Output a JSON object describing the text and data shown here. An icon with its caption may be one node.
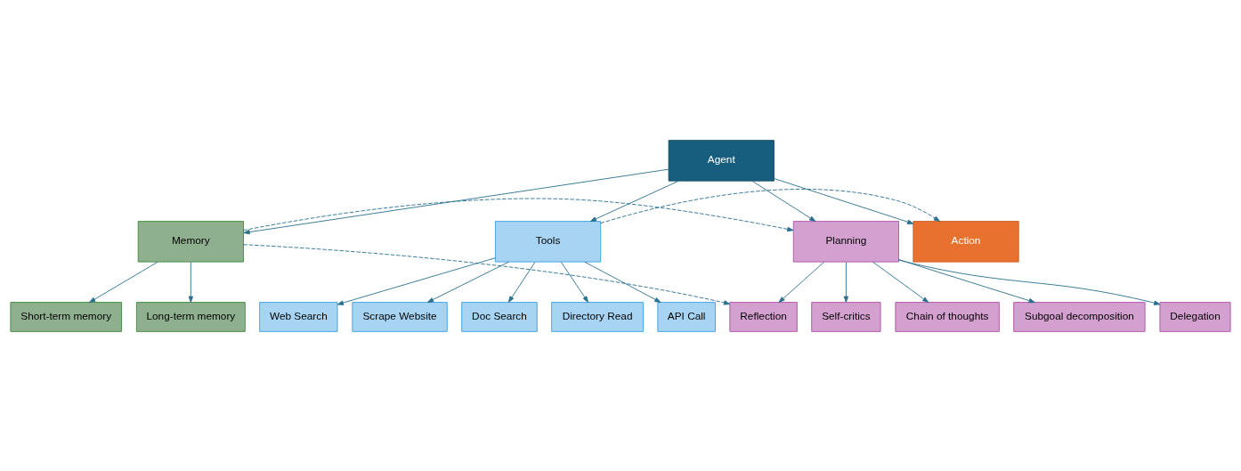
{
  "diagram": {
    "nodes": [
      {
        "text": [
          "Agent"
        ]
      },
      {
        "text": [
          "Memory"
        ]
      },
      {
        "text": [
          "Short-term memory"
        ]
      },
      {
        "text": [
          "Long-term memory"
        ]
      },
      {
        "text": [
          "Tools"
        ]
      },
      {
        "text": [
          "Web Search"
        ]
      },
      {
        "text": [
          "Scrape Website"
        ]
      },
      {
        "text": [
          "Doc Search"
        ]
      },
      {
        "text": [
          "Directory Read"
        ]
      },
      {
        "text": [
          "API Call"
        ]
      },
      {
        "text": [
          "Planning"
        ]
      },
      {
        "text": [
          "Reflection"
        ]
      },
      {
        "text": [
          "Self-critics"
        ]
      },
      {
        "text": [
          "Chain of thoughts"
        ]
      },
      {
        "text": [
          "Subgoal decomposition"
        ]
      },
      {
        "text": [
          "Delegation"
        ]
      },
      {
        "text": [
          "Action"
        ]
      }
    ],
    "edges": [
      {
        "from": 0,
        "to": 1,
        "arrow": "to"
      },
      {
        "from": 0,
        "to": 4,
        "arrow": "to"
      },
      {
        "from": 0,
        "to": 10,
        "arrow": "to"
      },
      {
        "from": 0,
        "to": 16,
        "arrow": "to"
      },
      {
        "from": 1,
        "to": 2,
        "arrow": "to"
      },
      {
        "from": 1,
        "to": 3,
        "arrow": "to"
      },
      {
        "from": 4,
        "to": 5,
        "arrow": "to"
      },
      {
        "from": 4,
        "to": 6,
        "arrow": "to"
      },
      {
        "from": 4,
        "to": 7,
        "arrow": "to"
      },
      {
        "from": 4,
        "to": 8,
        "arrow": "to"
      },
      {
        "from": 4,
        "to": 9,
        "arrow": "to"
      },
      {
        "from": 10,
        "to": 11,
        "arrow": "to"
      },
      {
        "from": 10,
        "to": 12,
        "arrow": "to"
      },
      {
        "from": 10,
        "to": 13,
        "arrow": "to"
      },
      {
        "from": 10,
        "to": 14,
        "arrow": "to"
      },
      {
        "from": 10,
        "to": 15,
        "arrow": "to"
      },
      {
        "from": 1,
        "to": 10,
        "arrow": "to",
        "style": "dashed"
      },
      {
        "from": 1,
        "to": 11,
        "arrow": "to",
        "style": "dashed"
      },
      {
        "from": 4,
        "to": 16,
        "arrow": "to",
        "style": "dashed"
      }
    ]
  }
}
